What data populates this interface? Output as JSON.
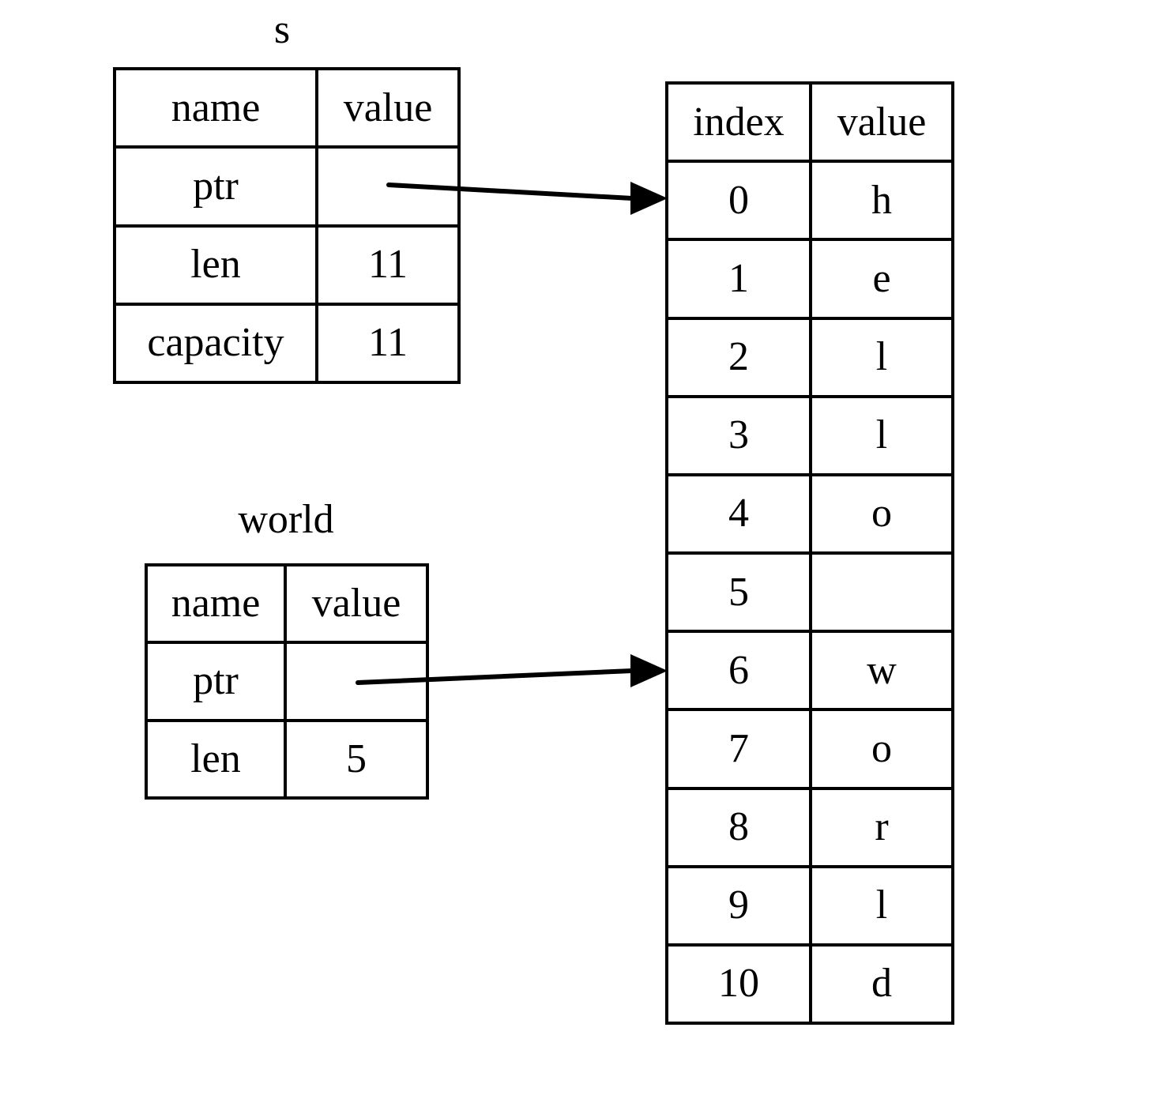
{
  "diagram": {
    "title_s": "s",
    "title_world": "world"
  },
  "struct_s": {
    "label": "s",
    "headers": [
      "name",
      "value"
    ],
    "rows": [
      {
        "name": "ptr",
        "value": ""
      },
      {
        "name": "len",
        "value": "11"
      },
      {
        "name": "capacity",
        "value": "11"
      }
    ]
  },
  "struct_world": {
    "label": "world",
    "headers": [
      "name",
      "value"
    ],
    "rows": [
      {
        "name": "ptr",
        "value": ""
      },
      {
        "name": "len",
        "value": "5"
      }
    ]
  },
  "heap_buffer": {
    "headers": [
      "index",
      "value"
    ],
    "rows": [
      {
        "index": "0",
        "value": "h"
      },
      {
        "index": "1",
        "value": "e"
      },
      {
        "index": "2",
        "value": "l"
      },
      {
        "index": "3",
        "value": "l"
      },
      {
        "index": "4",
        "value": "o"
      },
      {
        "index": "5",
        "value": ""
      },
      {
        "index": "6",
        "value": "w"
      },
      {
        "index": "7",
        "value": "o"
      },
      {
        "index": "8",
        "value": "r"
      },
      {
        "index": "9",
        "value": "l"
      },
      {
        "index": "10",
        "value": "d"
      }
    ]
  },
  "arrows": [
    {
      "name": "s-ptr-to-index-0",
      "from": "s.ptr",
      "to": "heap index 0"
    },
    {
      "name": "world-ptr-to-index-6",
      "from": "world.ptr",
      "to": "heap index 6"
    }
  ],
  "colors": {
    "stroke": "#000000",
    "background": "#ffffff"
  }
}
